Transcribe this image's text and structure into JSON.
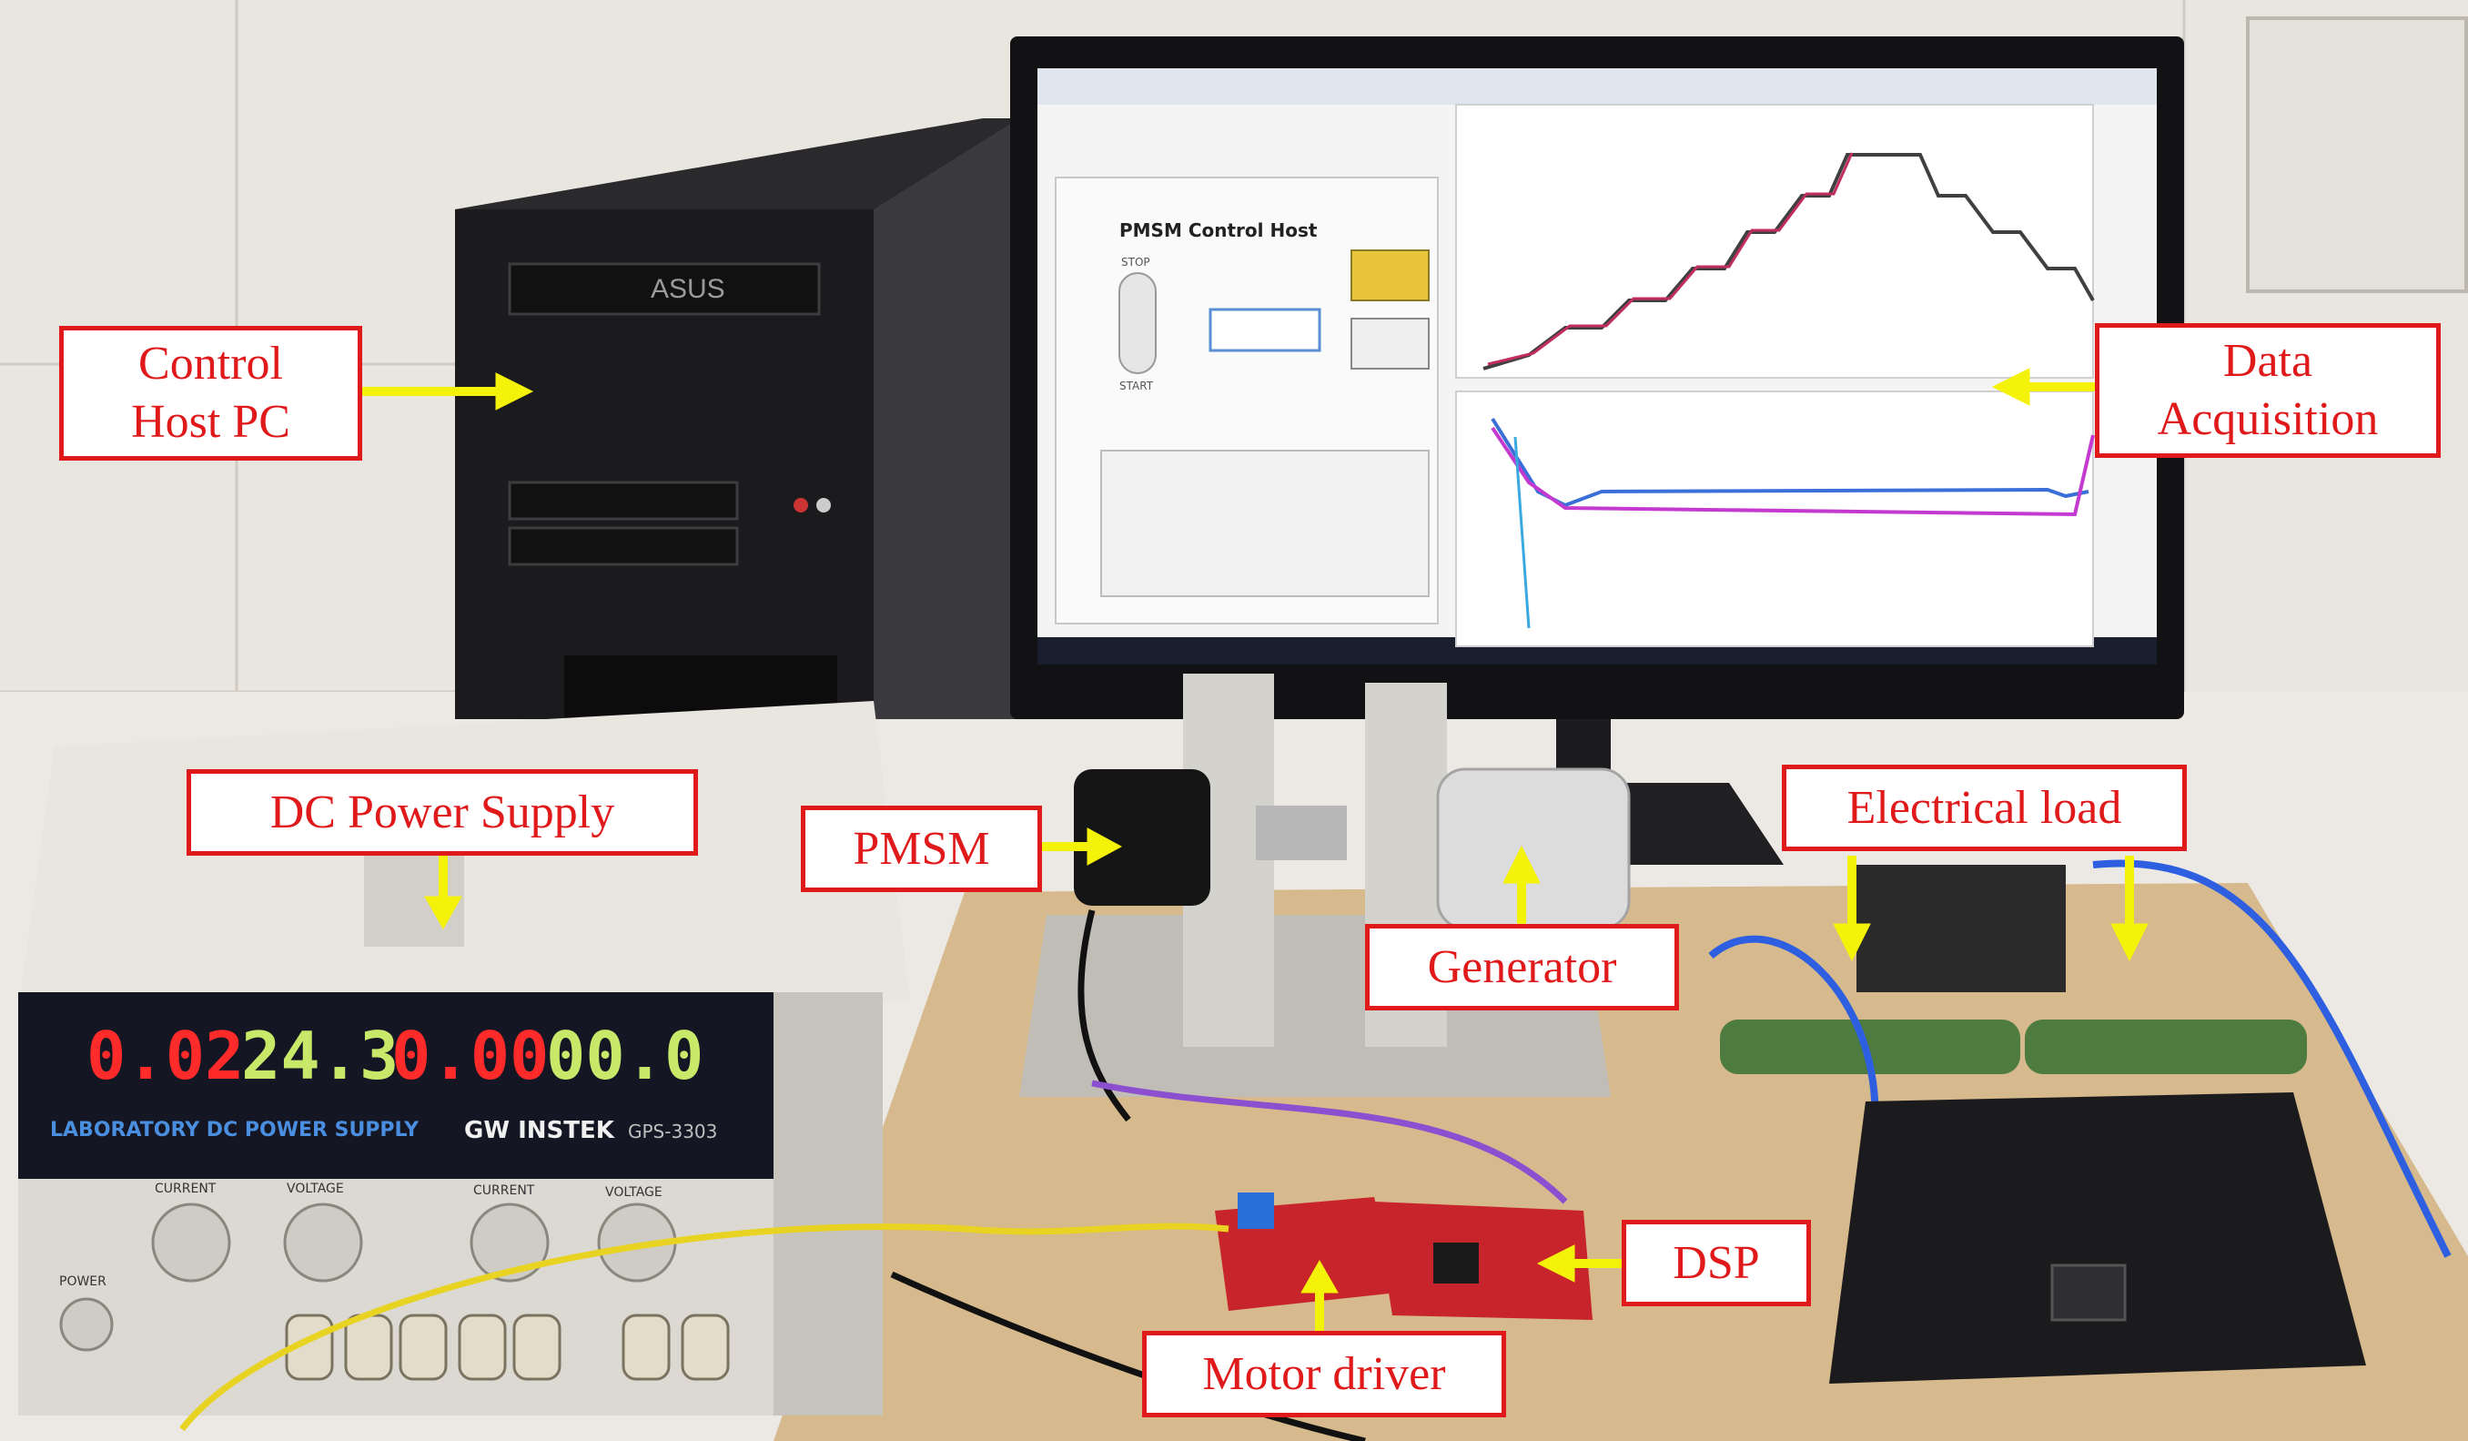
{
  "labels": {
    "control_host_pc": [
      "Control",
      "Host  PC"
    ],
    "data_acquisition": [
      "Data",
      "Acquisition"
    ],
    "dc_power_supply": "DC Power Supply",
    "pmsm": "PMSM",
    "generator": "Generator",
    "electrical_load": "Electrical load",
    "dsp": "DSP",
    "motor_driver": "Motor driver"
  },
  "monitor": {
    "panel_title": "PMSM Control Host",
    "stop_label": "STOP",
    "start_label": "START"
  },
  "power_supply": {
    "displays": [
      "0.02",
      "24.3",
      "0.00",
      "00.0"
    ],
    "panel_text": "LABORATORY DC POWER SUPPLY",
    "brand": "GW INSTEK",
    "model": "GPS-3303",
    "knob_labels": [
      "CURRENT",
      "VOLTAGE",
      "CURRENT",
      "VOLTAGE"
    ],
    "power_label": "POWER"
  },
  "pc": {
    "brand": "ASUS"
  },
  "colors": {
    "label_border": "#e0191b",
    "label_text": "#e0191b",
    "arrow": "#f5f20a",
    "display_red": "#ff2a2a",
    "display_green": "#c8e86a"
  }
}
